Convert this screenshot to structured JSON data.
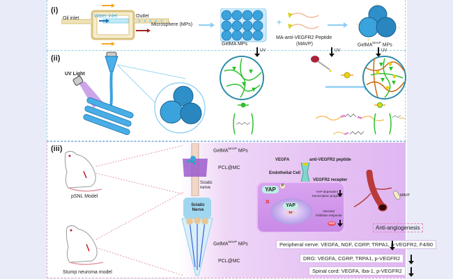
{
  "panels": {
    "i": {
      "label": "(i)",
      "oil_inlet": "Oil inlet",
      "water_inlet": "Water inlet",
      "outlet": "Outlet",
      "microsphere": "Microsphere (MPs)",
      "gelma_mps": "GelMA MPs",
      "plus": "+",
      "peptide_line1": "MA-anti-VEGFR2 Peptide",
      "peptide_line2": "(MAVP)",
      "product_base": "GelMA",
      "product_sup": "MAVP",
      "product_suffix": " MPs"
    },
    "ii": {
      "label": "(ii)",
      "uv_light": "UV Light",
      "uv_steps": [
        "UV",
        "UV",
        "UV"
      ]
    },
    "iii": {
      "label": "(iii)",
      "psnl_model": "pSNL Model",
      "stump_model": "Stump neuroma model",
      "gelma_base": "GelMA",
      "gelma_sup": "MAVP",
      "gelma_suffix": " MPs",
      "pcl_mc": "PCL@MC",
      "sciatic_nerve_lower": "Sciatic nerve",
      "sciatic_nerve_cap": "Sciatic Nerve",
      "vegfa": "VEGFA",
      "anti_vegfr2": "anti-VEGFR2 peptide",
      "endothelial_cell": "Endothelial Cell",
      "vegfr2_receptor": "VEGFR2 recepter",
      "yap": "YAP",
      "yap_p": "P",
      "tf": "TF",
      "yap_program_line1": "YAP-dependent",
      "yap_program_line2": "transcription program",
      "vascular_line1": "Vascular",
      "vascular_line2": "inhibition response",
      "ros": "ROS",
      "mavp": "MAVP",
      "anti_angiogenesis": "Anti-angiogenesis",
      "markers": [
        "Peripheral nerve: VEGFA, NGF, CGRP, TRPA1, p-VEGFR2, F4/80",
        "DRG: VEGFA, CGRP, TRPA1, p-VEGFR2",
        "Spinal cord: VEGFA, Iba-1, p-VEGFR2"
      ]
    }
  },
  "colors": {
    "page_bg": "#e9ecf8",
    "panel_border_blue": "#8fd0e8",
    "panel_border_pink": "#e3a3c8",
    "arrow_blue": "#8fcdf5",
    "arrow_orange": "#f5a623",
    "arrow_red": "#a0201e",
    "network_green": "#2ec02e",
    "network_orange": "#c96a12",
    "circle_teal": "#2d8ba8",
    "purple": "#dfb6f2"
  }
}
